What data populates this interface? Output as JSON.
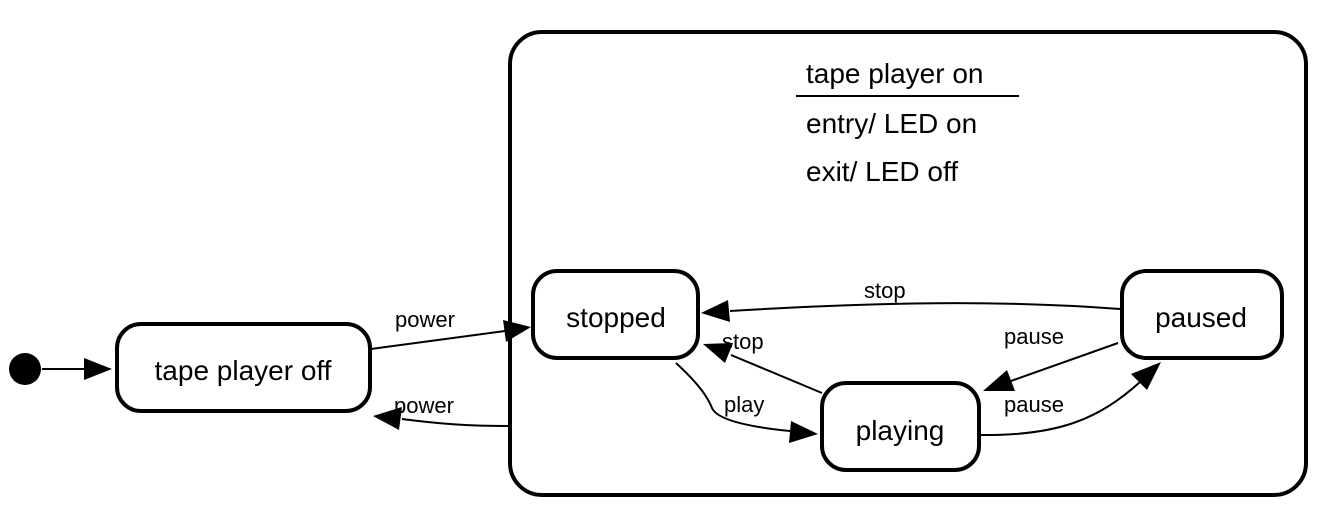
{
  "diagram": {
    "initial_node": "initial-state",
    "composite": {
      "title": "tape player on",
      "entry": "entry/ LED on",
      "exit": "exit/ LED off"
    },
    "states": {
      "off": "tape player off",
      "stopped": "stopped",
      "playing": "playing",
      "paused": "paused"
    },
    "transitions": {
      "off_to_on": "power",
      "on_to_off": "power",
      "paused_to_stopped": "stop",
      "playing_to_stopped": "stop",
      "stopped_to_playing": "play",
      "paused_to_playing": "pause",
      "playing_to_paused": "pause"
    }
  }
}
